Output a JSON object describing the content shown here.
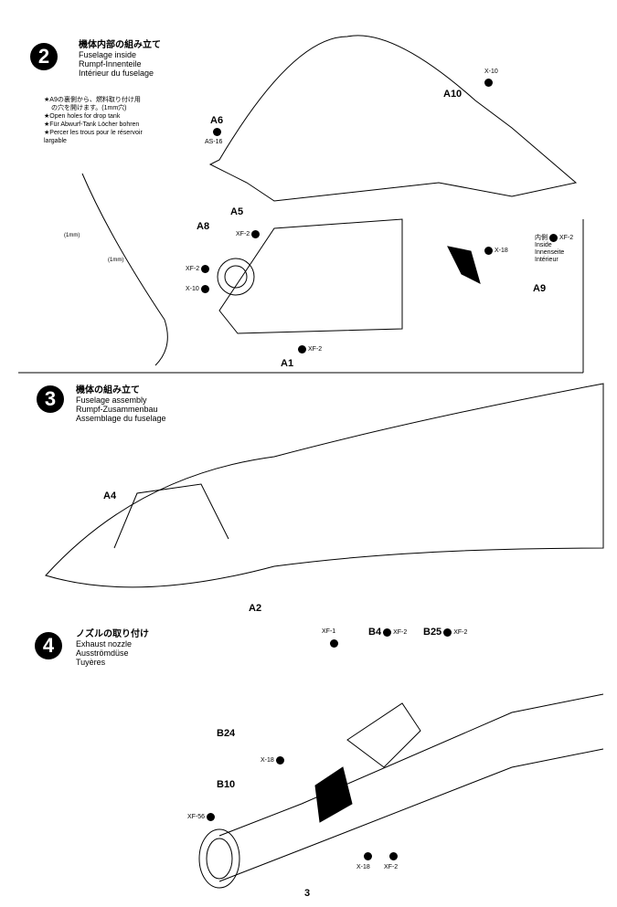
{
  "step2": {
    "number": "2",
    "jp": "機体内部の組み立て",
    "en": "Fuselage inside",
    "de": "Rumpf-Innenteile",
    "fr": "Intérieur du fuselage",
    "notes": [
      "★A9の裏側から、燃料取り付け用",
      "の穴を開けます。(1mm穴)",
      "★Open holes for drop tank",
      "★Für Abwurf-Tank Löcher bohren",
      "★Percer les trous pour le réservoir",
      "largable"
    ],
    "labels": {
      "a10": "A10",
      "a6": "A6",
      "a5": "A5",
      "a8": "A8",
      "a9": "A9",
      "a1": "A1",
      "hole1": "(1mm)",
      "hole2": "(1mm)"
    },
    "paints": {
      "x10_top": "X-10",
      "as16": "AS-16",
      "xf2_a": "XF-2",
      "xf2_b": "XF-2",
      "x10_b": "X-10",
      "x18": "X-18",
      "xf2_c": "XF-2",
      "xf2_inside": "XF-2"
    },
    "inside": {
      "jp": "内側",
      "en": "Inside",
      "de": "Innenseite",
      "fr": "Intérieur"
    }
  },
  "step3": {
    "number": "3",
    "jp": "機体の組み立て",
    "en": "Fuselage assembly",
    "de": "Rumpf-Zusammenbau",
    "fr": "Assemblage du fuselage",
    "labels": {
      "a4": "A4",
      "a2": "A2"
    }
  },
  "step4": {
    "number": "4",
    "jp": "ノズルの取り付け",
    "en": "Exhaust nozzle",
    "de": "Ausströmdüse",
    "fr": "Tuyères",
    "labels": {
      "b4": "B4",
      "b25": "B25",
      "b24": "B24",
      "b10": "B10"
    },
    "paints": {
      "xf1": "XF-1",
      "xf2_b4": "XF-2",
      "xf2_b25": "XF-2",
      "x18_a": "X-18",
      "xf56": "XF-56",
      "x18_b": "X-18",
      "xf2_b": "XF-2"
    }
  },
  "page_number": "3"
}
